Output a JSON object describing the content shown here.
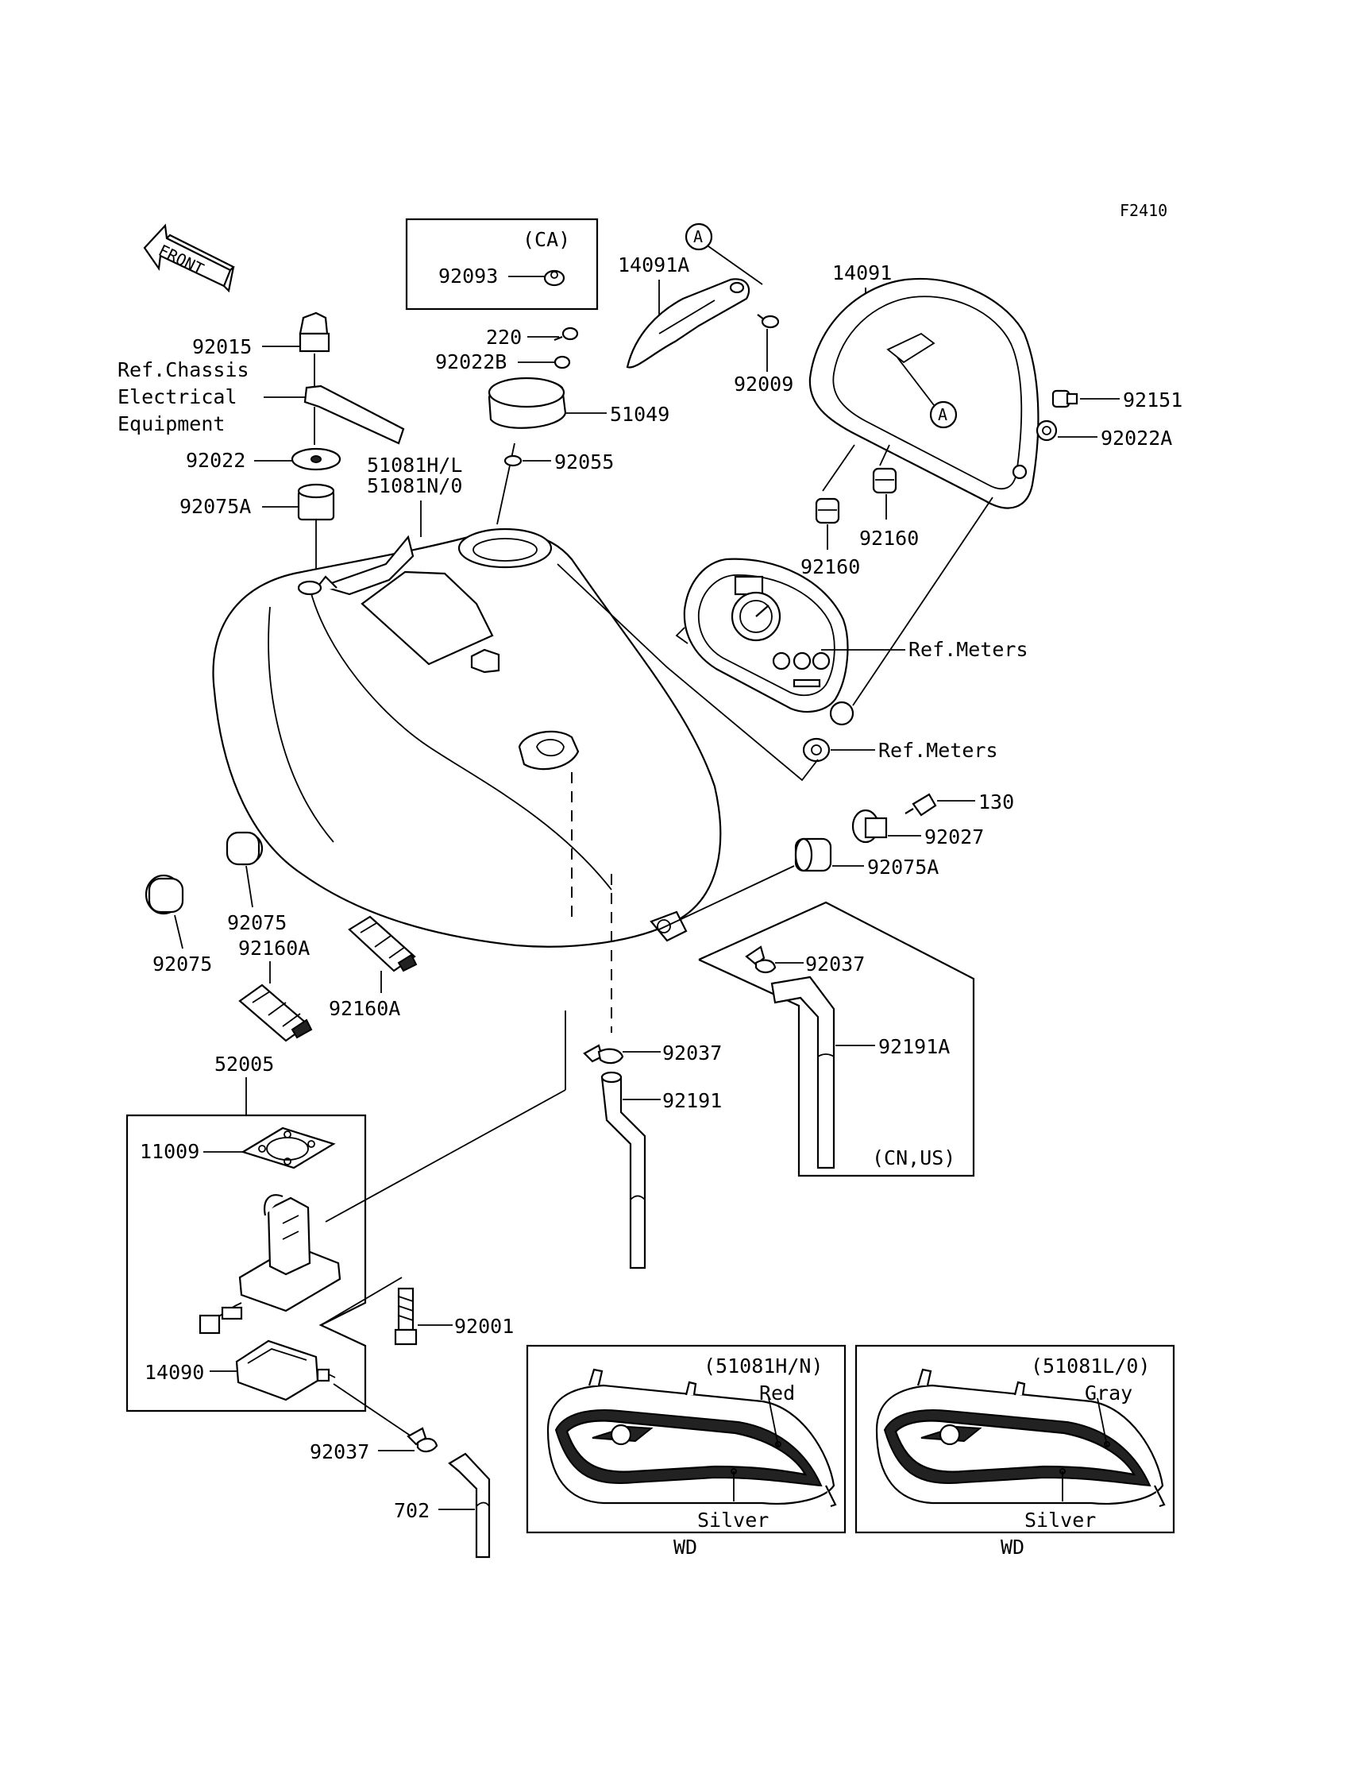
{
  "figure_code": "F2410",
  "front_arrow": "FRONT",
  "callout_letter": "A",
  "boxes": {
    "ca": "(CA)",
    "cn_us": "(CN,US)",
    "tank_red": "(51081H/N)",
    "tank_gray": "(51081L/0)"
  },
  "colors": {
    "red": "Red",
    "gray": "Gray",
    "silver": "Silver",
    "wd": "WD"
  },
  "labels": {
    "p92093": "92093",
    "p14091A": "14091A",
    "p14091": "14091",
    "p92015": "92015",
    "p220": "220",
    "p92022B": "92022B",
    "p92009": "92009",
    "p92151": "92151",
    "p92022A": "92022A",
    "p51049": "51049",
    "p92055": "92055",
    "p92022": "92022",
    "p51081HL": "51081H/L",
    "p51081NO": "51081N/0",
    "p92075A_top": "92075A",
    "p92160_a": "92160",
    "p92160_b": "92160",
    "ref_meters_1": "Ref.Meters",
    "ref_meters_2": "Ref.Meters",
    "p130": "130",
    "p92027": "92027",
    "p92075A_right": "92075A",
    "p92075_a": "92075",
    "p92075_b": "92075",
    "p92160A_a": "92160A",
    "p92160A_b": "92160A",
    "p92037_a": "92037",
    "p92037_b": "92037",
    "p92037_c": "92037",
    "p92191A": "92191A",
    "p92191": "92191",
    "p52005": "52005",
    "p11009": "11009",
    "p92001": "92001",
    "p14090": "14090",
    "p702": "702"
  },
  "ref_chassis": [
    "Ref.Chassis",
    "Electrical",
    "Equipment"
  ]
}
